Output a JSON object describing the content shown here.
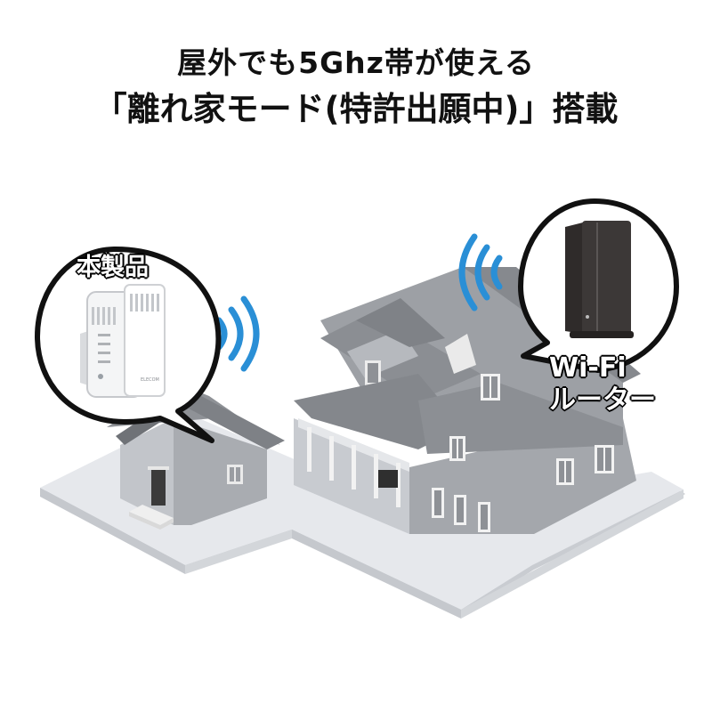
{
  "headline": {
    "line1": "屋外でも5Ghz帯が使える",
    "line2": "「離れ家モード(特許出願中)」搭載"
  },
  "labels": {
    "product": "本製品",
    "router_line1": "Wi-Fi",
    "router_line2": "ルーター",
    "device_brand": "ELECOM"
  },
  "colors": {
    "wifi_waves": "#2a8fd6",
    "ground": "#e4e6ea",
    "roof": "#8f9297",
    "wall": "#b9bcc1",
    "router": "#3a3635"
  }
}
